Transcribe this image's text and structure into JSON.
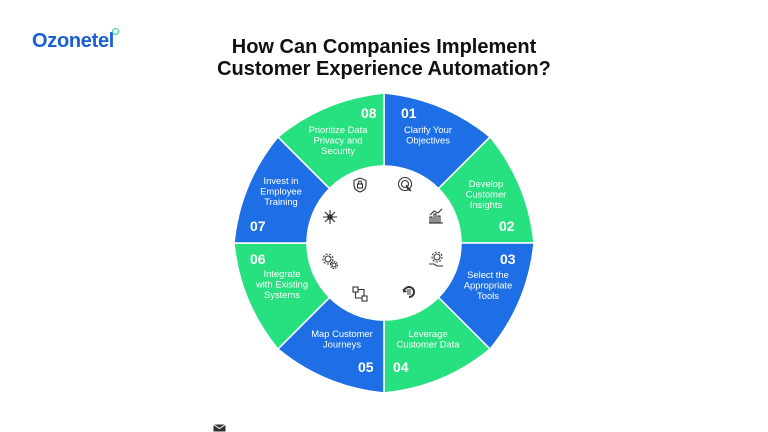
{
  "brand": {
    "name": "Ozonetel",
    "primary": "#1a5fd6",
    "accent": "#22d38a"
  },
  "title": {
    "line1": "How Can Companies Implement",
    "line2": "Customer Experience Automation?"
  },
  "colors": {
    "blue": "#1e6fe6",
    "green": "#27e07f"
  },
  "steps": [
    {
      "num": "01",
      "lines": [
        "Clarify Your",
        "Objectives"
      ],
      "color": "blue",
      "icon": "target-click-icon"
    },
    {
      "num": "02",
      "lines": [
        "Develop",
        "Customer",
        "Insights"
      ],
      "color": "green",
      "icon": "bar-chart-icon"
    },
    {
      "num": "03",
      "lines": [
        "Select the",
        "Appropriate",
        "Tools"
      ],
      "color": "blue",
      "icon": "gear-hand-icon"
    },
    {
      "num": "04",
      "lines": [
        "Leverage",
        "Customer Data"
      ],
      "color": "green",
      "icon": "data-cycle-icon"
    },
    {
      "num": "05",
      "lines": [
        "Map Customer",
        "Journeys"
      ],
      "color": "blue",
      "icon": "journey-map-icon"
    },
    {
      "num": "06",
      "lines": [
        "Integrate",
        "with Existing",
        "Systems"
      ],
      "color": "green",
      "icon": "gears-icon"
    },
    {
      "num": "07",
      "lines": [
        "Invest in",
        "Employee",
        "Training"
      ],
      "color": "blue",
      "icon": "network-icon"
    },
    {
      "num": "08",
      "lines": [
        "Prioritize Data",
        "Privacy and",
        "Security"
      ],
      "color": "green",
      "icon": "shield-lock-icon"
    }
  ]
}
